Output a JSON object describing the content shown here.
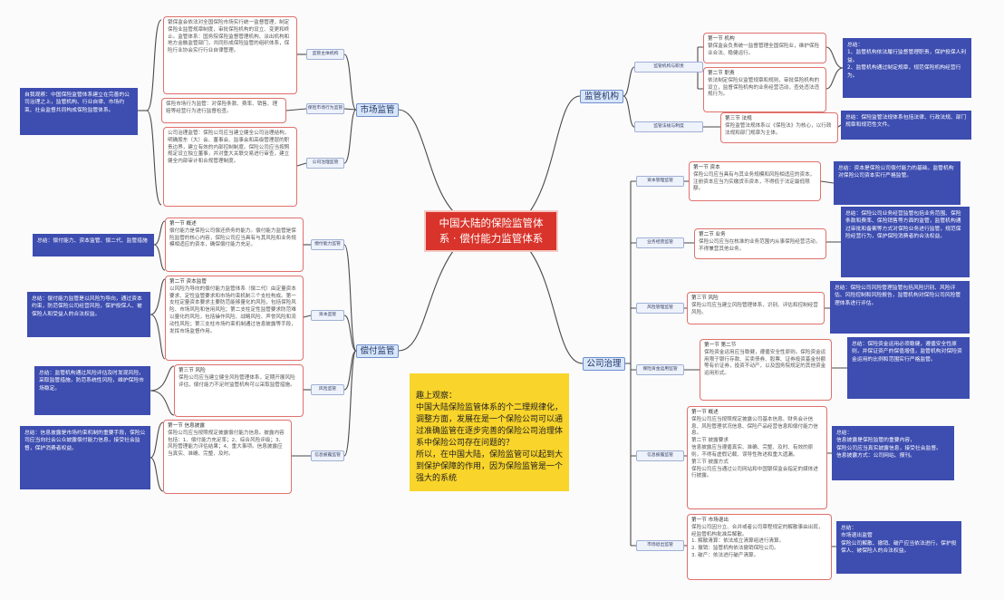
{
  "center": {
    "line1": "中国大陆的保险监管体",
    "line2": "系 · 偿付能力监管体系"
  },
  "left_top": {
    "title": "市场监管",
    "labels": [
      "监管主体机构",
      "保险市场行为监管",
      "公司治理监管"
    ],
    "boxes": [
      "银保监会依法对全国保险市场实行统一监督管理，制定保险业监管规章制度，审批保险机构的设立、变更和终止。监管体系：国务院保险监督管理机构、派出机构和地方金融监管部门，共同形成保险监管的组织体系，保险行业协会实行行业自律管理。",
      "保险市场行为监管：对保险条款、费率、销售、理赔等经营行为进行监督检查。",
      "公司治理监管：保险公司应当建立健全公司治理结构，明确股东（大）会、董事会、监事会和高级管理层的职责边界，建立有效的内部控制制度。保险公司应当按照规定设立独立董事，并对重大关联交易进行审查，建立健全内部审计和合规管理制度。"
    ],
    "note": "自我观察：中国保险监管体系建立在完善的公司治理之上，监管机构、行业自律、市场约束、社会监督共同构成保险监管体系。"
  },
  "left_bottom": {
    "title": "偿付监管",
    "labels": [
      "偿付能力监管",
      "资本监管",
      "风险监管",
      "信息披露监管"
    ],
    "boxes": [
      {
        "head": "第一节 概述",
        "body": "偿付能力是保险公司偿还债务的能力。偿付能力监管是保险监管的核心内容，保险公司应当具有与其风险和业务规模相适应的资本，确保偿付能力充足。"
      },
      {
        "head": "第二节 资本监管",
        "body": "以风险为导向的偿付能力监管体系（偿二代）由定量资本要求、定性监管要求和市场约束机制三个支柱构成。第一支柱定量资本要求主要防范能够量化的风险，包括保险风险、市场风险和信用风险；第二支柱定性监管要求防范难以量化的风险，包括操作风险、战略风险、声誉风险和流动性风险；第三支柱市场约束机制通过信息披露等手段，发挥市场监督作用。"
      },
      {
        "head": "第三节 风险",
        "body": "保险公司应当建立健全风险管理体系，定期开展风险评估，偿付能力不足时监管机构可以采取监管措施。"
      },
      {
        "head": "第一节 信息披露",
        "body": "保险公司应当按照规定披露偿付能力信息。披露内容包括：1、偿付能力充足率；2、综合风险评级；3、风险管理能力评估结果；4、重大事项。信息披露应当真实、准确、完整、及时。"
      }
    ],
    "notes": [
      "总结：偿付能力、资本监管、偿二代、监管措施",
      "总结：偿付能力监管是以风险为导向，通过资本约束，防范保险公司经营风险，保护投保人、被保险人和受益人的合法权益。",
      "总结：监管机构通过风险评估及时发现风险，采取监管措施，防范系统性风险，维护保险市场稳定。",
      "总结：信息披露是市场约束机制的重要手段，保险公司应当向社会公众披露偿付能力信息，接受社会监督，保护消费者权益。"
    ]
  },
  "right_top": {
    "title": "监管机构",
    "labels": [
      "监管机构与职责",
      "监管法规与制度"
    ],
    "boxes": [
      {
        "head": "第一节 机构",
        "body": "银保监会负责统一监督管理全国保险业，维护保险业合法、稳健运行。"
      },
      {
        "head": "第二节 职责",
        "body": "依法制定保险业监管规章和规则，审批保险机构的设立，监督保险机构的业务经营活动，查处违法违规行为。"
      },
      {
        "head": "第三节 法规",
        "body": "保险监管法规体系以《保险法》为核心，以行政法规和部门规章为主体。"
      }
    ],
    "notes": [
      "总结：\n1、监管机构依法履行监督管理职责，保护投保人利益。\n2、监管机构通过制定规章，规范保险机构经营行为。",
      "总结：保险监管法规体系包括法律、行政法规、部门规章和规范性文件。"
    ]
  },
  "right_bottom": {
    "title": "公司治理",
    "labels": [
      "资本管理监管",
      "业务经营监管",
      "风险管理监管",
      "保险资金运用监管",
      "信息披露监管",
      "市场退出监管"
    ],
    "boxes": [
      {
        "head": "第一节 资本",
        "body": "保险公司应当具有与其业务规模和风险相适应的资本，注册资本应当为实缴货币资本，不得低于法定最低限额。"
      },
      {
        "head": "第二节 业务",
        "body": "保险公司应当在核准的业务范围内从事保险经营活动，不得兼营其他业务。"
      },
      {
        "head": "第三节 风险",
        "body": "保险公司应当建立风险管理体系，识别、评估和控制经营风险。"
      },
      {
        "head": "第一节 第二节",
        "body": "保险资金运用应当稳健，遵循安全性原则。保险资金运用限于银行存款、买卖债券、股票、证券投资基金份额等有价证券，投资不动产，以及国务院规定的其他资金运用形式。"
      },
      {
        "head": "第一节 概述",
        "body": "保险公司应当按照规定披露公司基本信息、财务会计信息、风险管理状况信息、保险产品经营信息和偿付能力信息。\n第二节 披露要求\n信息披露应当遵循真实、准确、完整、及时、有效的原则，不得有虚假记载、误导性陈述和重大遗漏。\n第三节 披露方式\n保险公司应当通过公司网站和中国银保监会指定的媒体进行披露。"
      },
      {
        "head": "第一节 市场退出",
        "body": "保险公司因分立、合并或者公司章程规定的解散事由出现，经监管机构批准后解散。\n1. 解散清算：依法成立清算组进行清算。\n2. 撤销：监管机构依法撤销保险公司。\n3. 破产：依法进行破产清算。"
      }
    ],
    "notes": [
      "总结：资本是保险公司偿付能力的基础，监管机构对保险公司资本实行严格监管。",
      "总结：保险公司业务经营监管包括业务范围、保险条款和费率、保险销售等方面的监管，监管机构通过审批和备案等方式对保险业务进行监管，规范保险经营行为，保护保险消费者的合法权益。",
      "总结：保险公司风险管理监管包括风险识别、风险评估、风险控制和风险报告，监管机构对保险公司风险管理体系进行评估。",
      "总结：保险资金运用必须稳健，遵循安全性原则，并保证资产的保值增值，监管机构对保险资金运用的比例和范围实行严格监管。",
      "总结：\n信息披露是保险监管的重要内容，\n保险公司应当真实披露信息，接受社会监督。\n信息披露方式：公司网站、报刊。",
      "总结：\n市场退出监管\n保险公司解散、撤销、破产应当依法进行，保护投保人、被保险人的合法权益。"
    ]
  },
  "observation": {
    "title": "趣上观察：",
    "body": "中国大陆保险监管体系的个二理规律化，调整方面，发展在是一个保险公司可以通过准确监管在逐步完善的保险公司治理体系中保险公司存在问题的？\n所以，在中国大陆，保险监管可以起到大到保护保障的作用，因为保险监管是一个强大的系统"
  },
  "colors": {
    "center": "#d9342b",
    "note": "#3d4db0",
    "observation": "#f9d42a",
    "box_border": "#e0706c"
  }
}
